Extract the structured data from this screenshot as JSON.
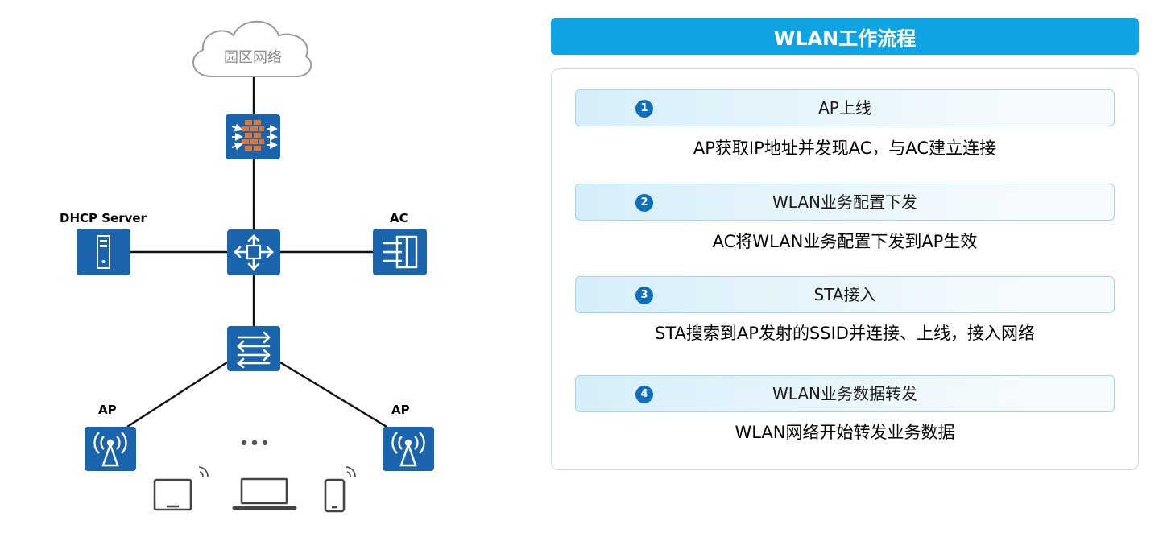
{
  "network": {
    "cloud_label": "园区网络",
    "dhcp_label": "DHCP Server",
    "ac_label": "AC",
    "ap_left_label": "AP",
    "ap_right_label": "AP",
    "ellipsis": "•••"
  },
  "workflow": {
    "title": "WLAN工作流程",
    "steps": [
      {
        "num": "1",
        "title": "AP上线",
        "desc": "AP获取IP地址并发现AC，与AC建立连接"
      },
      {
        "num": "2",
        "title": "WLAN业务配置下发",
        "desc": "AC将WLAN业务配置下发到AP生效"
      },
      {
        "num": "3",
        "title": "STA接入",
        "desc": "STA搜索到AP发射的SSID并连接、上线，接入网络"
      },
      {
        "num": "4",
        "title": "WLAN业务数据转发",
        "desc": "WLAN网络开始转发业务数据"
      }
    ]
  },
  "colors": {
    "device_blue": "#1a64ad",
    "header_blue": "#0fa3e4",
    "firewall_orange": "#e8742e",
    "line": "#111111"
  }
}
